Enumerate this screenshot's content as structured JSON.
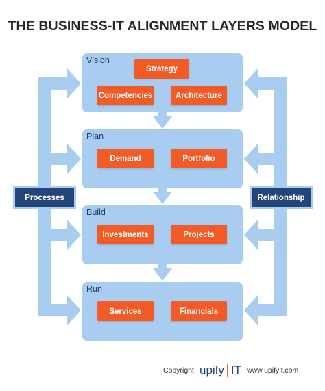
{
  "title": "THE BUSINESS-IT ALIGNMENT LAYERS MODEL",
  "layers": [
    {
      "label": "Vision",
      "boxes": [
        "Strategy",
        "Competencies",
        "Architecture"
      ]
    },
    {
      "label": "Plan",
      "boxes": [
        "Demand",
        "Portfolio"
      ]
    },
    {
      "label": "Build",
      "boxes": [
        "Investments",
        "Projects"
      ]
    },
    {
      "label": "Run",
      "boxes": [
        "Services",
        "Financials"
      ]
    }
  ],
  "left_label": "Processes",
  "right_label": "Relationship",
  "footer": {
    "copyright": "Copyright",
    "logo_main": "upify",
    "logo_it": "IT",
    "website": "www.upifyit.com"
  },
  "colors": {
    "layer_fill": "#a9cdf1",
    "box_orange": "#f25b26",
    "side_box_navy": "#23457a",
    "arrow_blue": "#a9cdf1"
  }
}
